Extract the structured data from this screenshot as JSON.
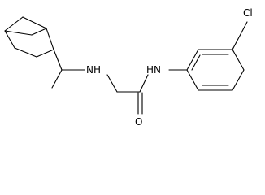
{
  "diagram": {
    "type": "skeletal-structural-formula",
    "atom_labels": {
      "amine_nh": "NH",
      "amide_nh": "HN",
      "carbonyl_o": "O",
      "chlorine": "Cl"
    }
  }
}
